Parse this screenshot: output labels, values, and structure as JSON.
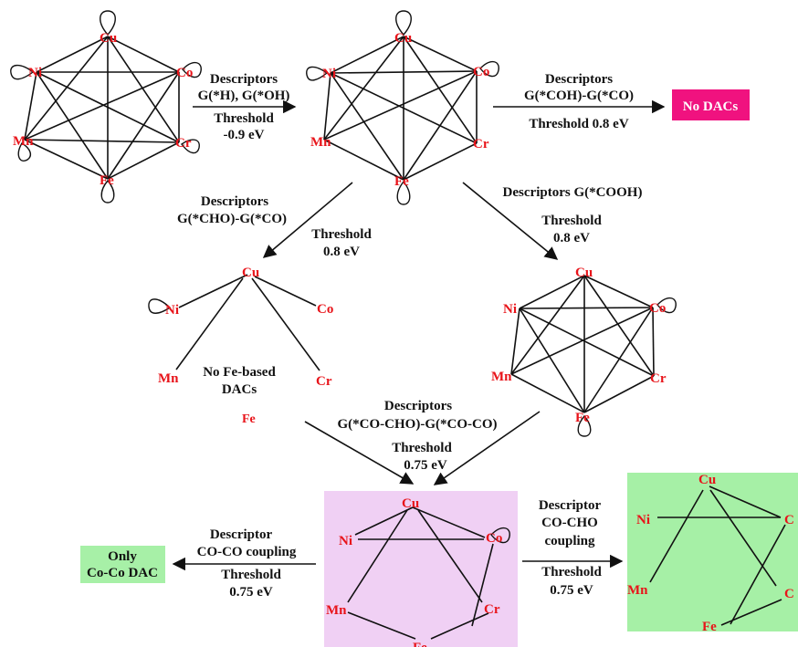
{
  "step1": {
    "descriptor_title": "Descriptors",
    "descriptor_value": "G(*H), G(*OH)",
    "threshold_title": "Threshold",
    "threshold_value": "-0.9 eV"
  },
  "step2": {
    "descriptor_title": "Descriptors",
    "descriptor_value": "G(*COH)-G(*CO)",
    "threshold": "Threshold 0.8 eV",
    "result": "No DACs"
  },
  "step3_left": {
    "descriptor_title": "Descriptors",
    "descriptor_value": "G(*CHO)-G(*CO)",
    "threshold_title": "Threshold",
    "threshold_value": "0.8 eV",
    "note_line1": "No Fe-based",
    "note_line2": "DACs"
  },
  "step3_right": {
    "descriptor": "Descriptors G(*COOH)",
    "threshold_title": "Threshold",
    "threshold_value": "0.8 eV"
  },
  "step4": {
    "descriptor_title": "Descriptors",
    "descriptor_value": "G(*CO-CHO)-G(*CO-CO)",
    "threshold_title": "Threshold",
    "threshold_value": "0.75 eV"
  },
  "step5_left": {
    "descriptor_title": "Descriptor",
    "descriptor_value": "CO-CO coupling",
    "threshold_title": "Threshold",
    "threshold_value": "0.75 eV",
    "result_line1": "Only",
    "result_line2": "Co-Co DAC"
  },
  "step5_right": {
    "descriptor_title": "Descriptor",
    "descriptor_line2": "CO-CHO",
    "descriptor_line3": "coupling",
    "threshold_title": "Threshold",
    "threshold_value": "0.75 eV"
  },
  "metals": {
    "cu": "Cu",
    "ni": "Ni",
    "co": "Co",
    "mn": "Mn",
    "cr": "Cr",
    "fe": "Fe",
    "co_cut1": "C",
    "co_cut2": "C"
  },
  "colors": {
    "metal_label": "#e8141a",
    "no_dacs_box": "#f0127f",
    "green_box": "#a7f0a7",
    "green_panel": "#a6f0a6",
    "purple_panel": "#f0d0f4"
  }
}
